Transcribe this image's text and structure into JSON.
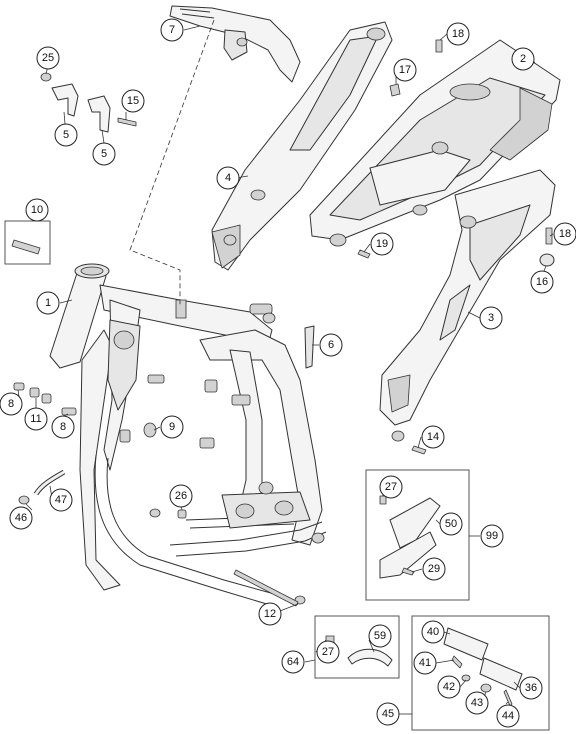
{
  "callouts": {
    "c1": "1",
    "c2": "2",
    "c3": "3",
    "c4": "4",
    "c5a": "5",
    "c5b": "5",
    "c6": "6",
    "c7": "7",
    "c8a": "8",
    "c8b": "8",
    "c9": "9",
    "c10": "10",
    "c11": "11",
    "c12": "12",
    "c14": "14",
    "c15": "15",
    "c16": "16",
    "c17": "17",
    "c18a": "18",
    "c18b": "18",
    "c19": "19",
    "c25": "25",
    "c26": "26",
    "c27a": "27",
    "c27b": "27",
    "c29": "29",
    "c36": "36",
    "c40": "40",
    "c41": "41",
    "c42": "42",
    "c43": "43",
    "c44": "44",
    "c45": "45",
    "c46": "46",
    "c47": "47",
    "c50": "50",
    "c59": "59",
    "c64": "64",
    "c99": "99"
  }
}
